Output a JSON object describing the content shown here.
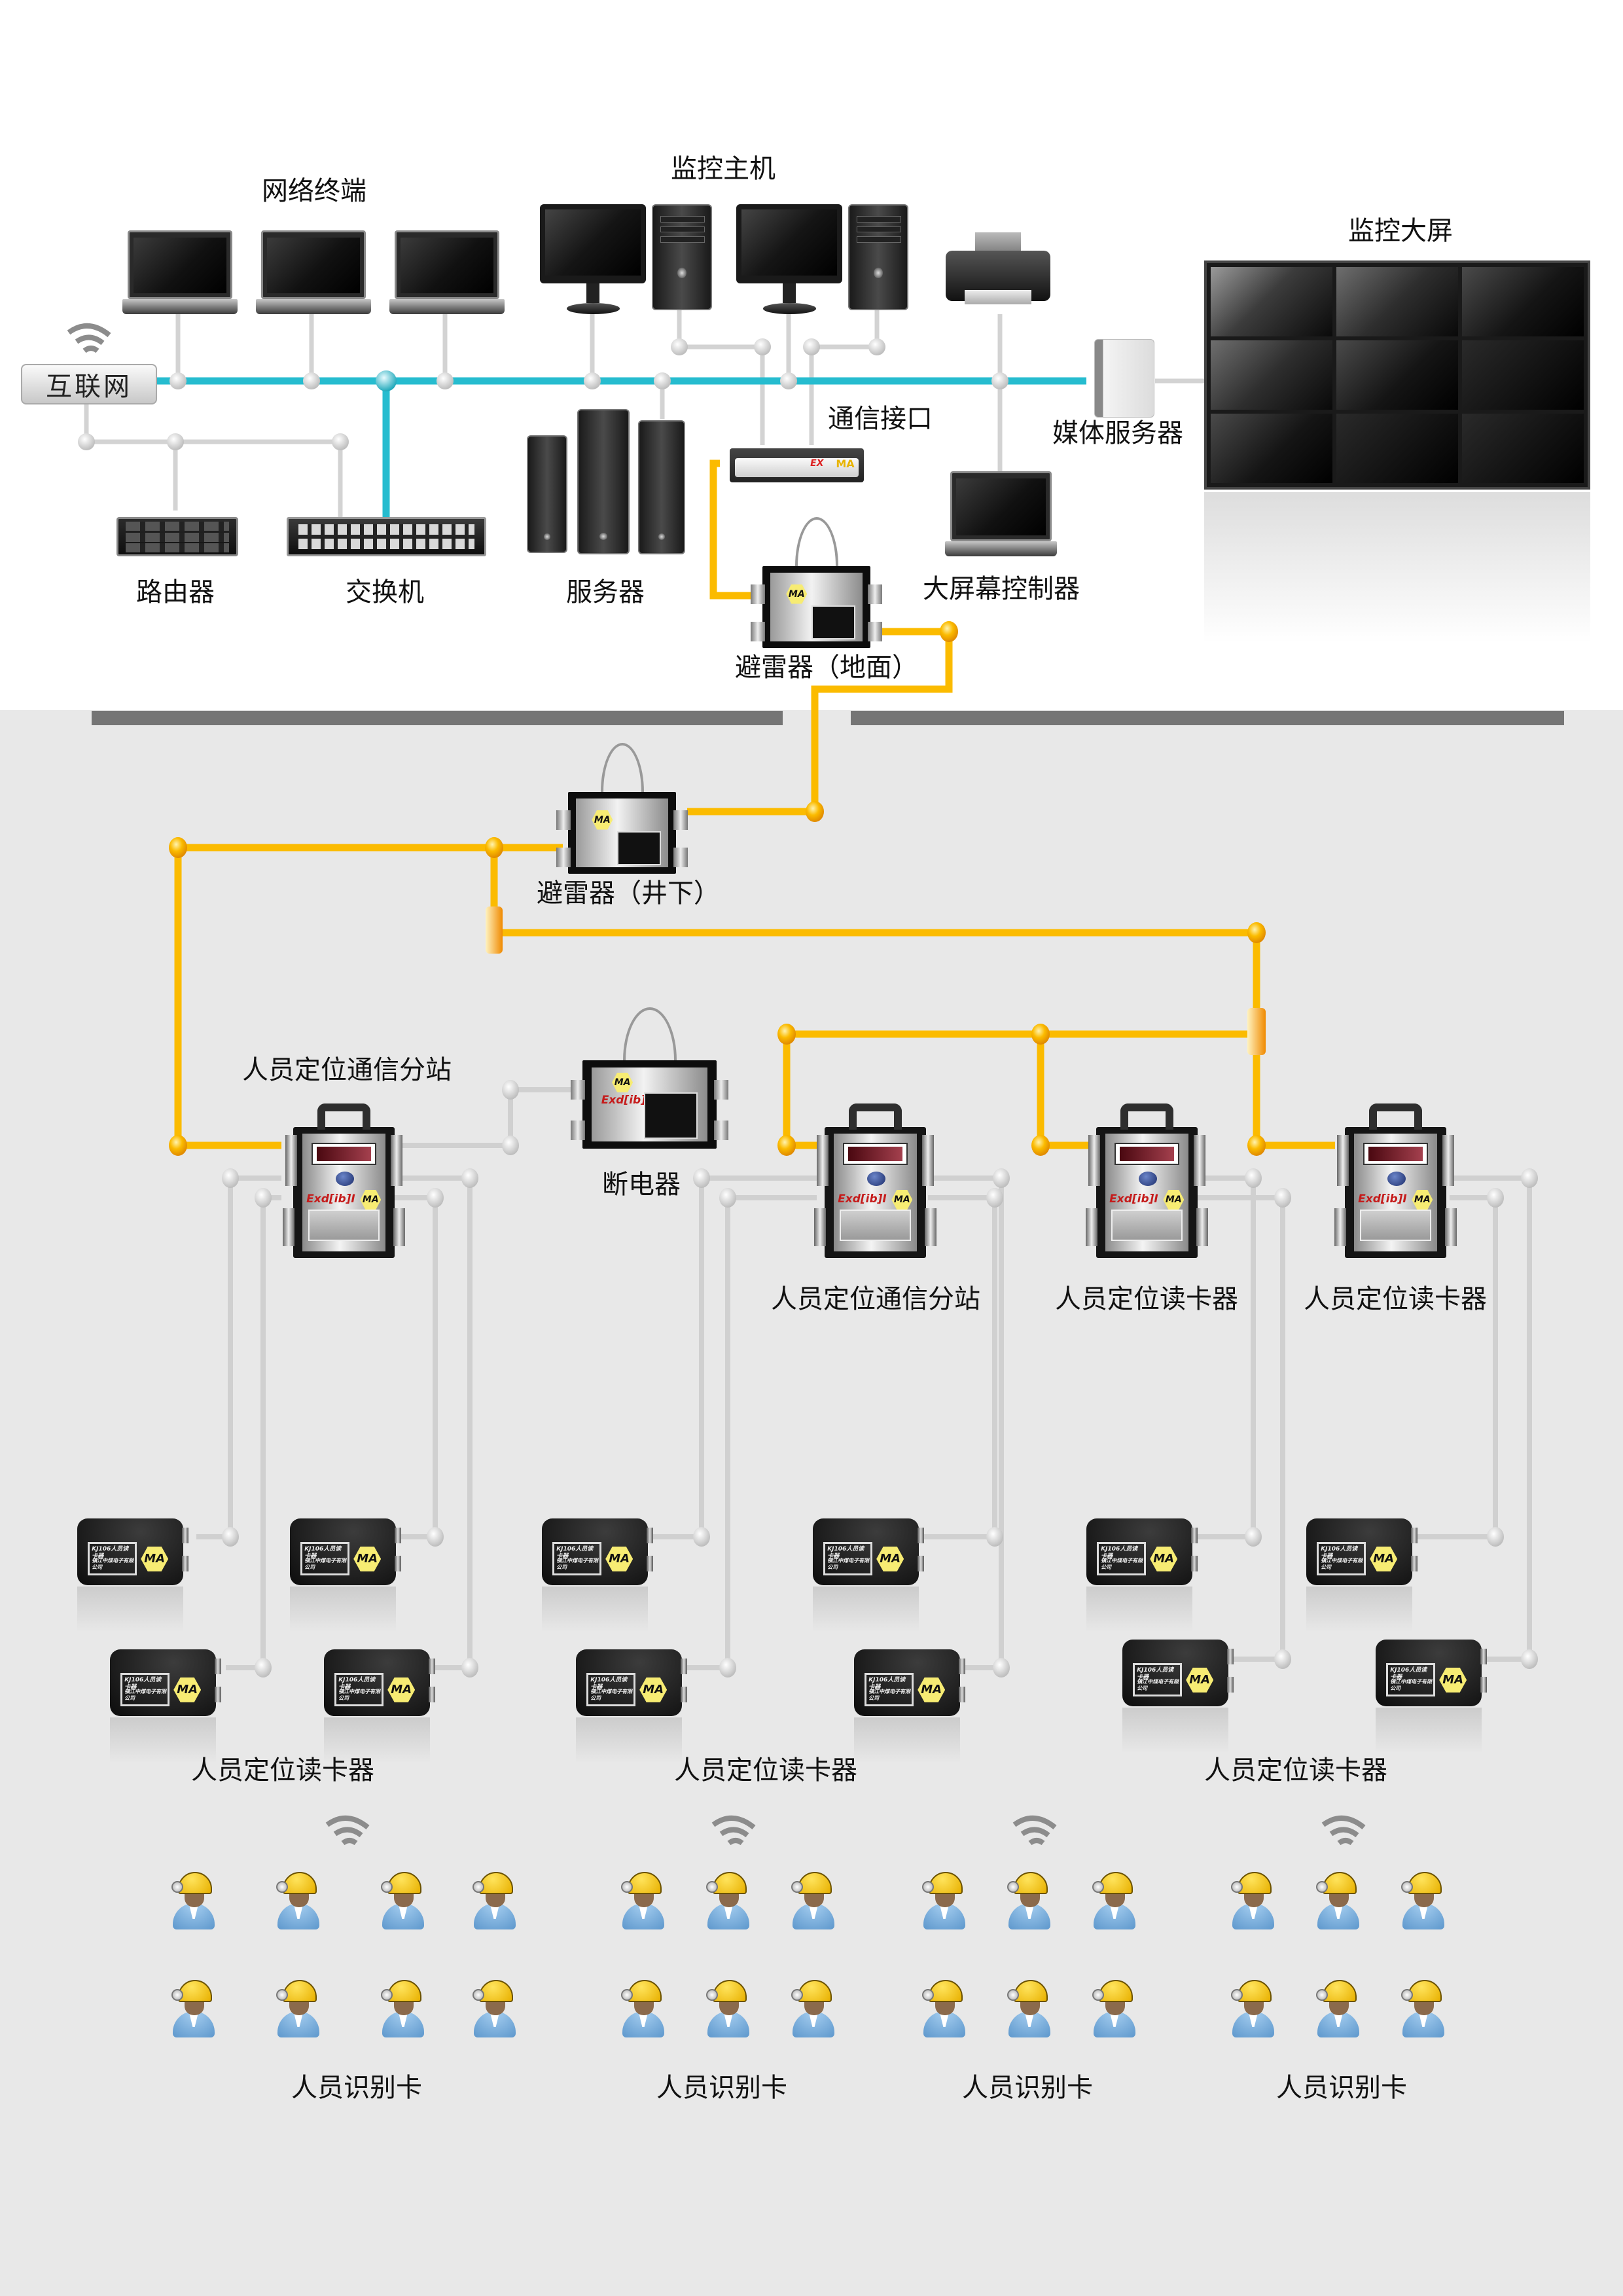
{
  "diagram": {
    "title": "人员定位系统结构图",
    "colors": {
      "ethernet_bus": "#26bccf",
      "cable_underground": "#fbbb00",
      "cable_gray": "#cfcfcf",
      "divider": "#757575",
      "underground_bg": "#e8e8e8"
    },
    "surface": {
      "internet_label": "互联网",
      "network_terminals_label": "网络终端",
      "monitor_host_label": "监控主机",
      "monitor_wall_label": "监控大屏",
      "router_label": "路由器",
      "switch_label": "交换机",
      "server_label": "服务器",
      "comm_interface_label": "通信接口",
      "media_server_label": "媒体服务器",
      "wall_controller_label": "大屏幕控制器",
      "arrester_surface_label": "避雷器（地面）",
      "comm_interface_face": {
        "ex_mark": "EX",
        "ma_mark": "MA"
      }
    },
    "underground": {
      "arrester_label": "避雷器（井下）",
      "breaker_label": "断电器",
      "substation_label": "人员定位通信分站",
      "reader_station_label": "人员定位读卡器",
      "reader_group_label": "人员定位读卡器",
      "card_label": "人员识别卡",
      "ex_mark": "Exd[ib]I",
      "ma_mark": "MA",
      "reader_tag": {
        "model": "KJ106人员读卡器",
        "company": "镇江中煤电子有限公司"
      },
      "stations": [
        {
          "label": "人员定位通信分站"
        },
        {
          "label": "人员定位通信分站"
        },
        {
          "label": "人员定位读卡器"
        },
        {
          "label": "人员定位读卡器"
        }
      ],
      "reader_groups": [
        {
          "label": "人员定位读卡器",
          "readers": 4
        },
        {
          "label": "人员定位读卡器",
          "readers": 4
        },
        {
          "label": "人员定位读卡器",
          "readers": 4
        }
      ],
      "worker_groups": [
        {
          "label": "人员识别卡",
          "count": 8
        },
        {
          "label": "人员识别卡",
          "count": 6
        },
        {
          "label": "人员识别卡",
          "count": 6
        },
        {
          "label": "人员识别卡",
          "count": 6
        }
      ]
    }
  }
}
